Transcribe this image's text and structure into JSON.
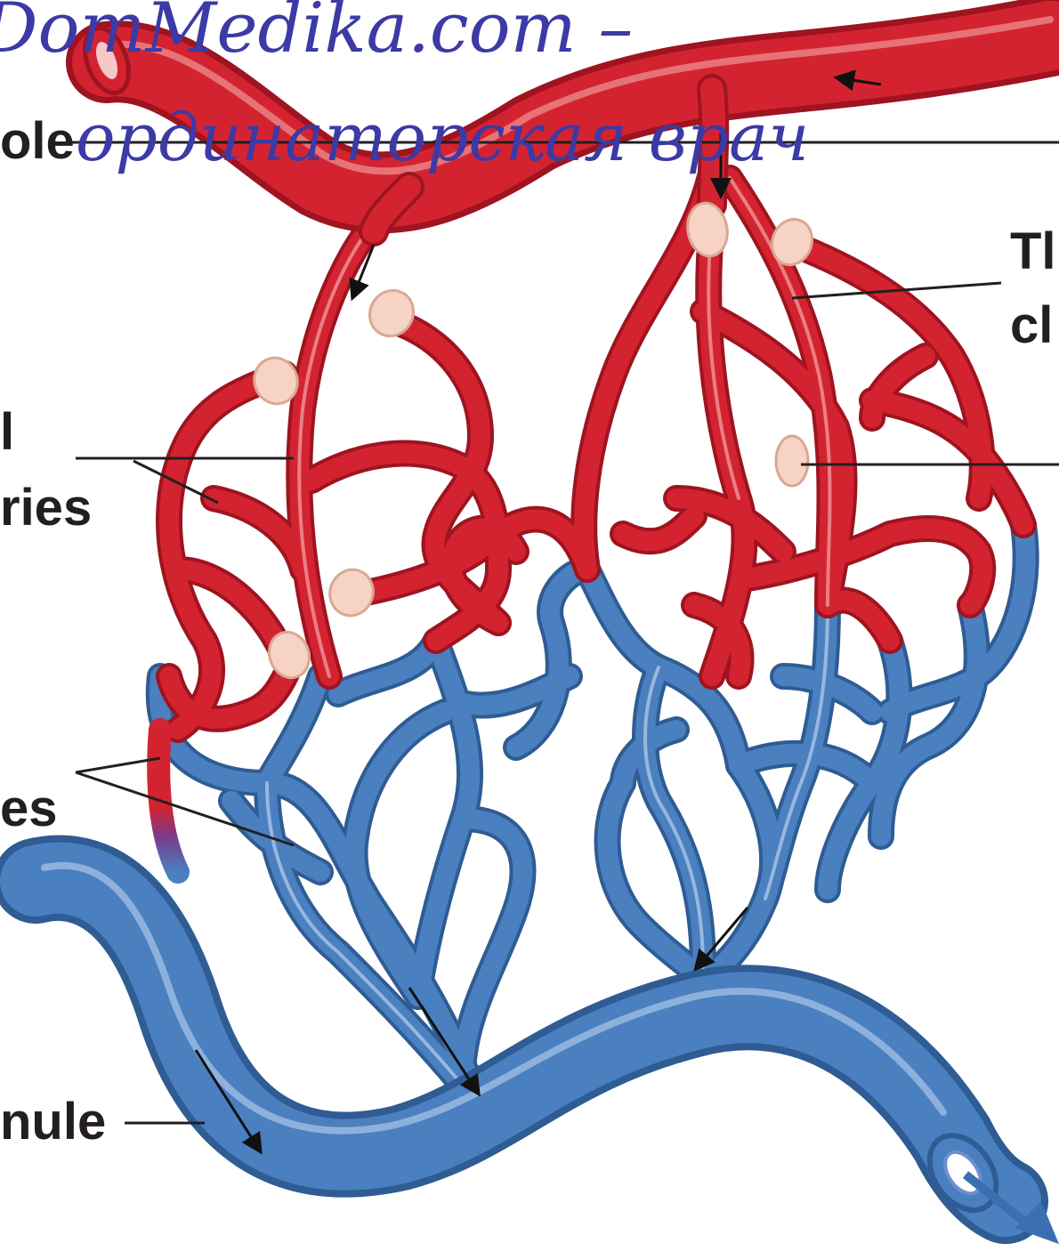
{
  "watermark": {
    "line1": "DomMedika.com –",
    "line2": "ординаторская врач"
  },
  "labels": {
    "arteriole_fragment": "ole",
    "true_capillary_fragment_1": "Tl",
    "true_capillary_fragment_2": "cl",
    "capillaries_fragment_1": "l",
    "capillaries_fragment_2": "ries",
    "capillaries2_fragment": "es",
    "venule_fragment": "nule"
  },
  "colors": {
    "artery": "#d42330",
    "artery_dark": "#9e1420",
    "vein": "#4a7fc0",
    "vein_dark": "#2e5c93",
    "sphincter": "#f6d3c4",
    "leader_line": "#231f20",
    "watermark": "#3b3aa6"
  }
}
